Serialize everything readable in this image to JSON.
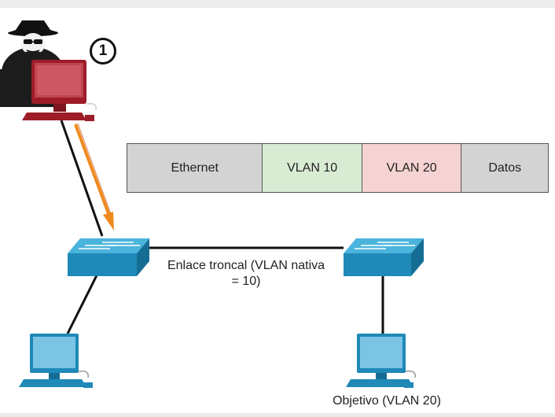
{
  "frame": {
    "fields": [
      {
        "label": "Ethernet",
        "color": "#d3d3d3"
      },
      {
        "label": "VLAN 10",
        "color": "#d8ecd4"
      },
      {
        "label": "VLAN 20",
        "color": "#f6d3d3"
      },
      {
        "label": "Datos",
        "color": "#d3d3d3"
      }
    ]
  },
  "step": "1",
  "trunk_label": "Enlace troncal (VLAN nativa\n= 10)",
  "target_label": "Objetivo (VLAN 20)",
  "colors": {
    "attacker": "#9e1c28",
    "device_blue": "#1f89b8",
    "attack_arrow": "#ef8a1c"
  }
}
